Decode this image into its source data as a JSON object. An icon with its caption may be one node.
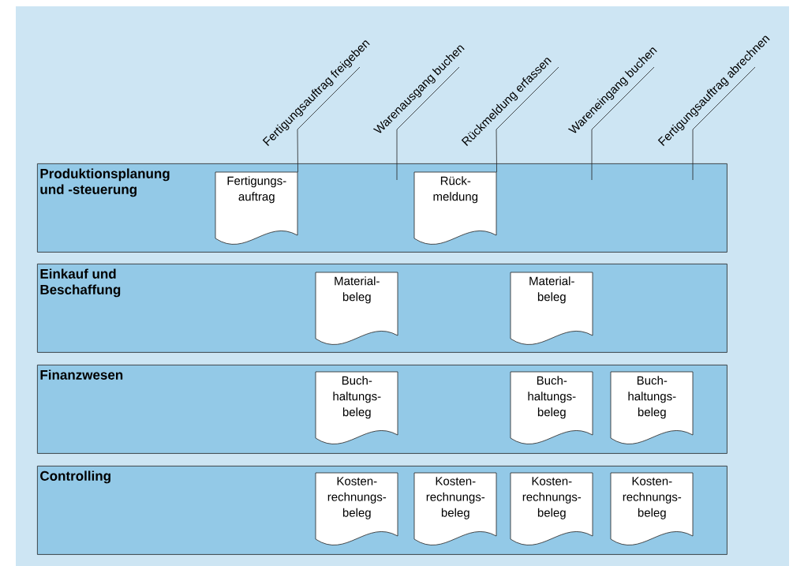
{
  "diagram": {
    "nodes": [
      {
        "text": [
          "Fertigungsauftrag freigeben"
        ]
      },
      {
        "text": [
          "Warenausgang buchen"
        ]
      },
      {
        "text": [
          "Rückmeldung erfassen"
        ]
      },
      {
        "text": [
          "Wareneingang buchen"
        ]
      },
      {
        "text": [
          "Fertigungsauftrag abrechnen"
        ]
      },
      {
        "text": [
          "Produktionsplanung und -steuerung"
        ]
      },
      {
        "text": [
          "Fertigungs- auftrag"
        ],
        "in": 5
      },
      {
        "text": [
          "Rück- meldung"
        ],
        "in": 5
      },
      {
        "text": [
          "Einkauf und Beschaffung"
        ]
      },
      {
        "text": [
          "Material- beleg"
        ],
        "in": 8
      },
      {
        "text": [
          "Material- beleg"
        ],
        "in": 8
      },
      {
        "text": [
          "Finanzwesen"
        ]
      },
      {
        "text": [
          "Buch- haltungs- beleg"
        ],
        "in": 11
      },
      {
        "text": [
          "Buch- haltungs- beleg"
        ],
        "in": 11
      },
      {
        "text": [
          "Buch- haltungs- beleg"
        ],
        "in": 11
      },
      {
        "text": [
          "Controlling"
        ]
      },
      {
        "text": [
          "Kosten- rechnungs- beleg"
        ],
        "in": 15
      },
      {
        "text": [
          "Kosten- rechnungs- beleg"
        ],
        "in": 15
      },
      {
        "text": [
          "Kosten- rechnungs- beleg"
        ],
        "in": 15
      },
      {
        "text": [
          "Kosten- rechnungs- beleg"
        ],
        "in": 15
      }
    ],
    "edges": [
      {
        "from": 0,
        "to": 6,
        "arrow": "none"
      },
      {
        "from": 1,
        "to": null,
        "arrow": "none"
      },
      {
        "from": 2,
        "to": 7,
        "arrow": "none"
      },
      {
        "from": 3,
        "to": null,
        "arrow": "none"
      },
      {
        "from": 4,
        "to": null,
        "arrow": "none"
      }
    ]
  }
}
